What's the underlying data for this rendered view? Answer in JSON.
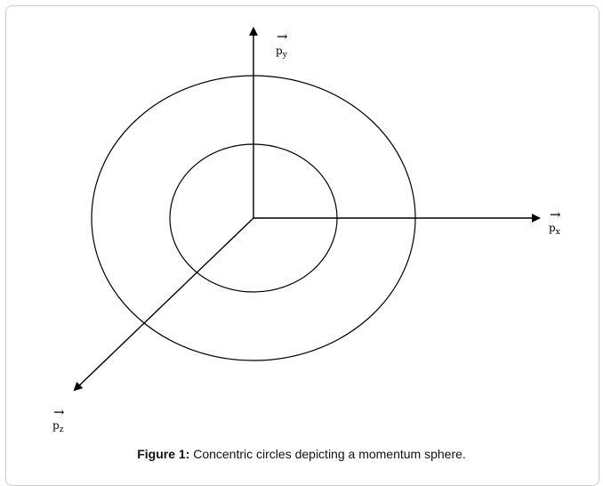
{
  "axes": {
    "y": {
      "base": "p",
      "sub": "y",
      "arrow": "→"
    },
    "x": {
      "base": "p",
      "sub": "x",
      "arrow": "→"
    },
    "z": {
      "base": "p",
      "sub": "z",
      "arrow": "→"
    }
  },
  "caption": {
    "label": "Figure 1:",
    "text": " Concentric circles depicting a momentum sphere."
  }
}
